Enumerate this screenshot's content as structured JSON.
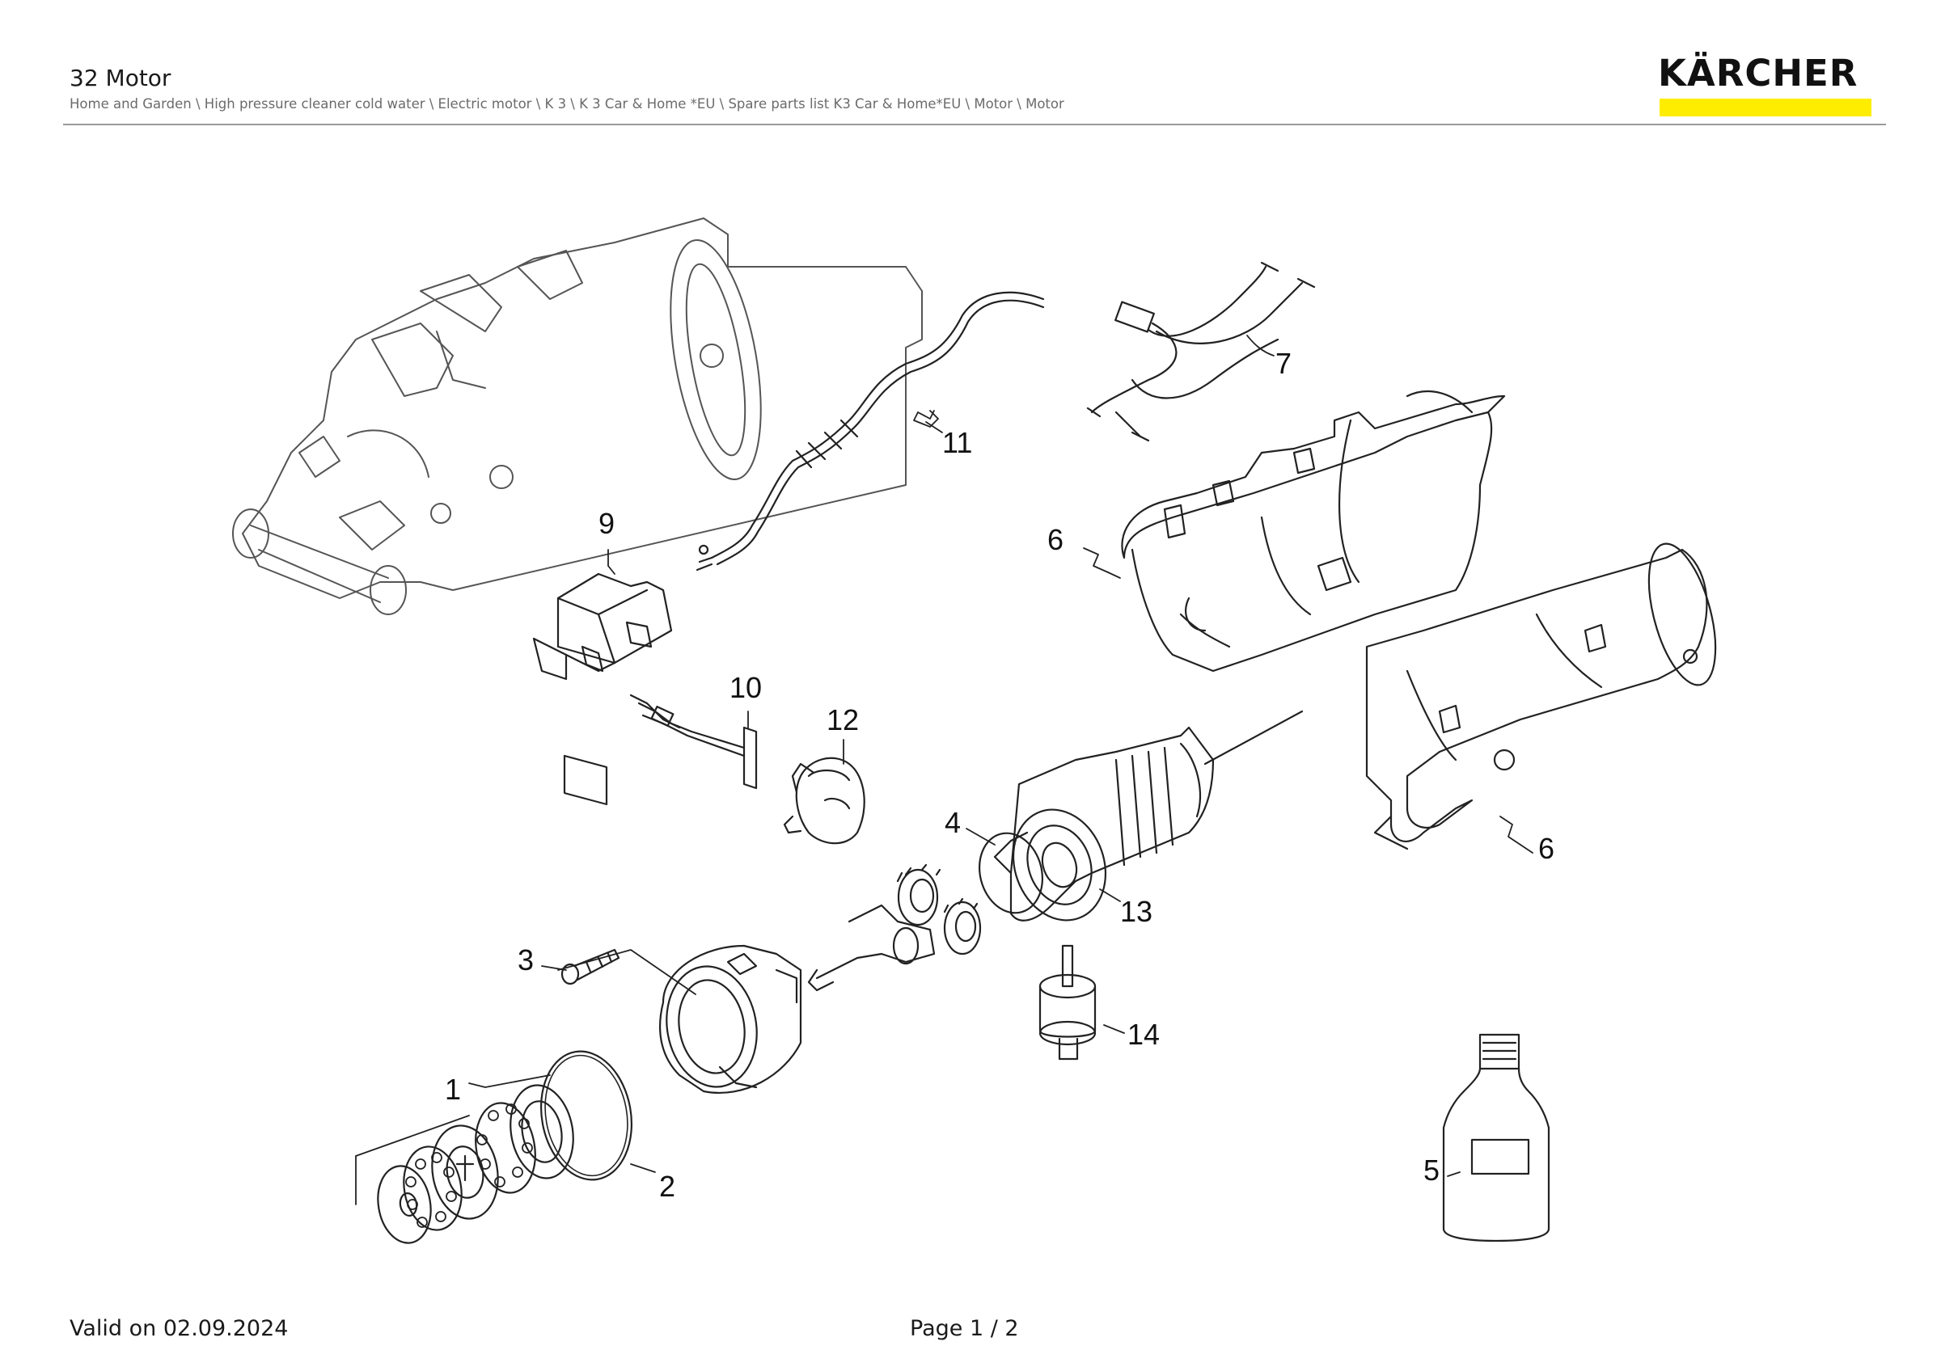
{
  "header": {
    "title": "32 Motor",
    "breadcrumb": "Home and Garden \\ High pressure cleaner cold water \\ Electric motor \\ K 3 \\ K 3 Car & Home *EU \\ Spare parts list K3 Car & Home*EU \\ Motor \\ Motor"
  },
  "brand": {
    "logo_text": "KÄRCHER",
    "bar_color": "#ffed00",
    "text_color": "#111111"
  },
  "diagram": {
    "callouts": [
      {
        "id": "1",
        "label": "1"
      },
      {
        "id": "2",
        "label": "2"
      },
      {
        "id": "3",
        "label": "3"
      },
      {
        "id": "4",
        "label": "4"
      },
      {
        "id": "5",
        "label": "5"
      },
      {
        "id": "6a",
        "label": "6"
      },
      {
        "id": "6b",
        "label": "6"
      },
      {
        "id": "7",
        "label": "7"
      },
      {
        "id": "9",
        "label": "9"
      },
      {
        "id": "10",
        "label": "10"
      },
      {
        "id": "11",
        "label": "11"
      },
      {
        "id": "12",
        "label": "12"
      },
      {
        "id": "13",
        "label": "13"
      },
      {
        "id": "14",
        "label": "14"
      }
    ]
  },
  "footer": {
    "valid_on": "Valid on 02.09.2024",
    "page": "Page 1 / 2"
  }
}
